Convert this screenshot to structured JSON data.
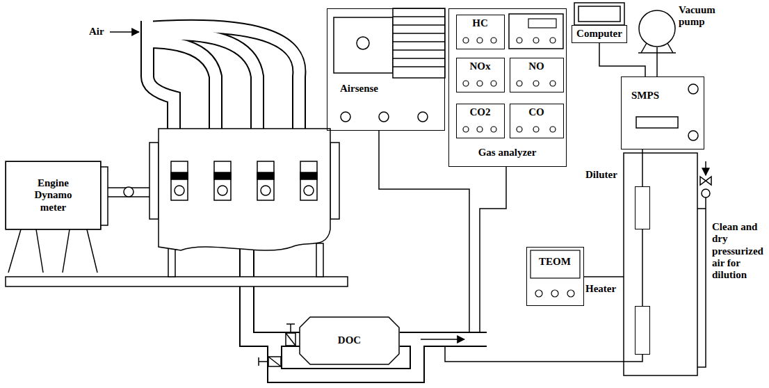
{
  "diagram": {
    "nodes": [
      {
        "text": [
          "Engine Dynamo meter"
        ]
      },
      {
        "text": [
          "Airsense"
        ]
      },
      {
        "text": [
          "Gas analyzer"
        ]
      },
      {
        "text": [
          "HC"
        ],
        "in": 2
      },
      {
        "text": [
          "NOx"
        ],
        "in": 2
      },
      {
        "text": [
          "NO"
        ],
        "in": 2
      },
      {
        "text": [
          "CO2"
        ],
        "in": 2
      },
      {
        "text": [
          "CO"
        ],
        "in": 2
      },
      {
        "text": [
          "Computer"
        ]
      },
      {
        "text": [
          "Vacuum pump"
        ]
      },
      {
        "text": [
          "SMPS"
        ]
      },
      {
        "text": [
          "Diluter"
        ]
      },
      {
        "text": [
          "TEOM"
        ]
      },
      {
        "text": [
          "Heater"
        ]
      },
      {
        "text": [
          "DOC"
        ]
      }
    ],
    "edges": [
      {
        "from": 8,
        "to": 10,
        "arrow": "none"
      },
      {
        "from": 9,
        "to": 10,
        "arrow": "none"
      },
      {
        "from": 10,
        "to": 11,
        "arrow": "none"
      },
      {
        "from": 11,
        "to": 13,
        "arrow": "none"
      }
    ],
    "labels": [
      "Air",
      "Clean and dry pressurized air for dilution"
    ]
  }
}
